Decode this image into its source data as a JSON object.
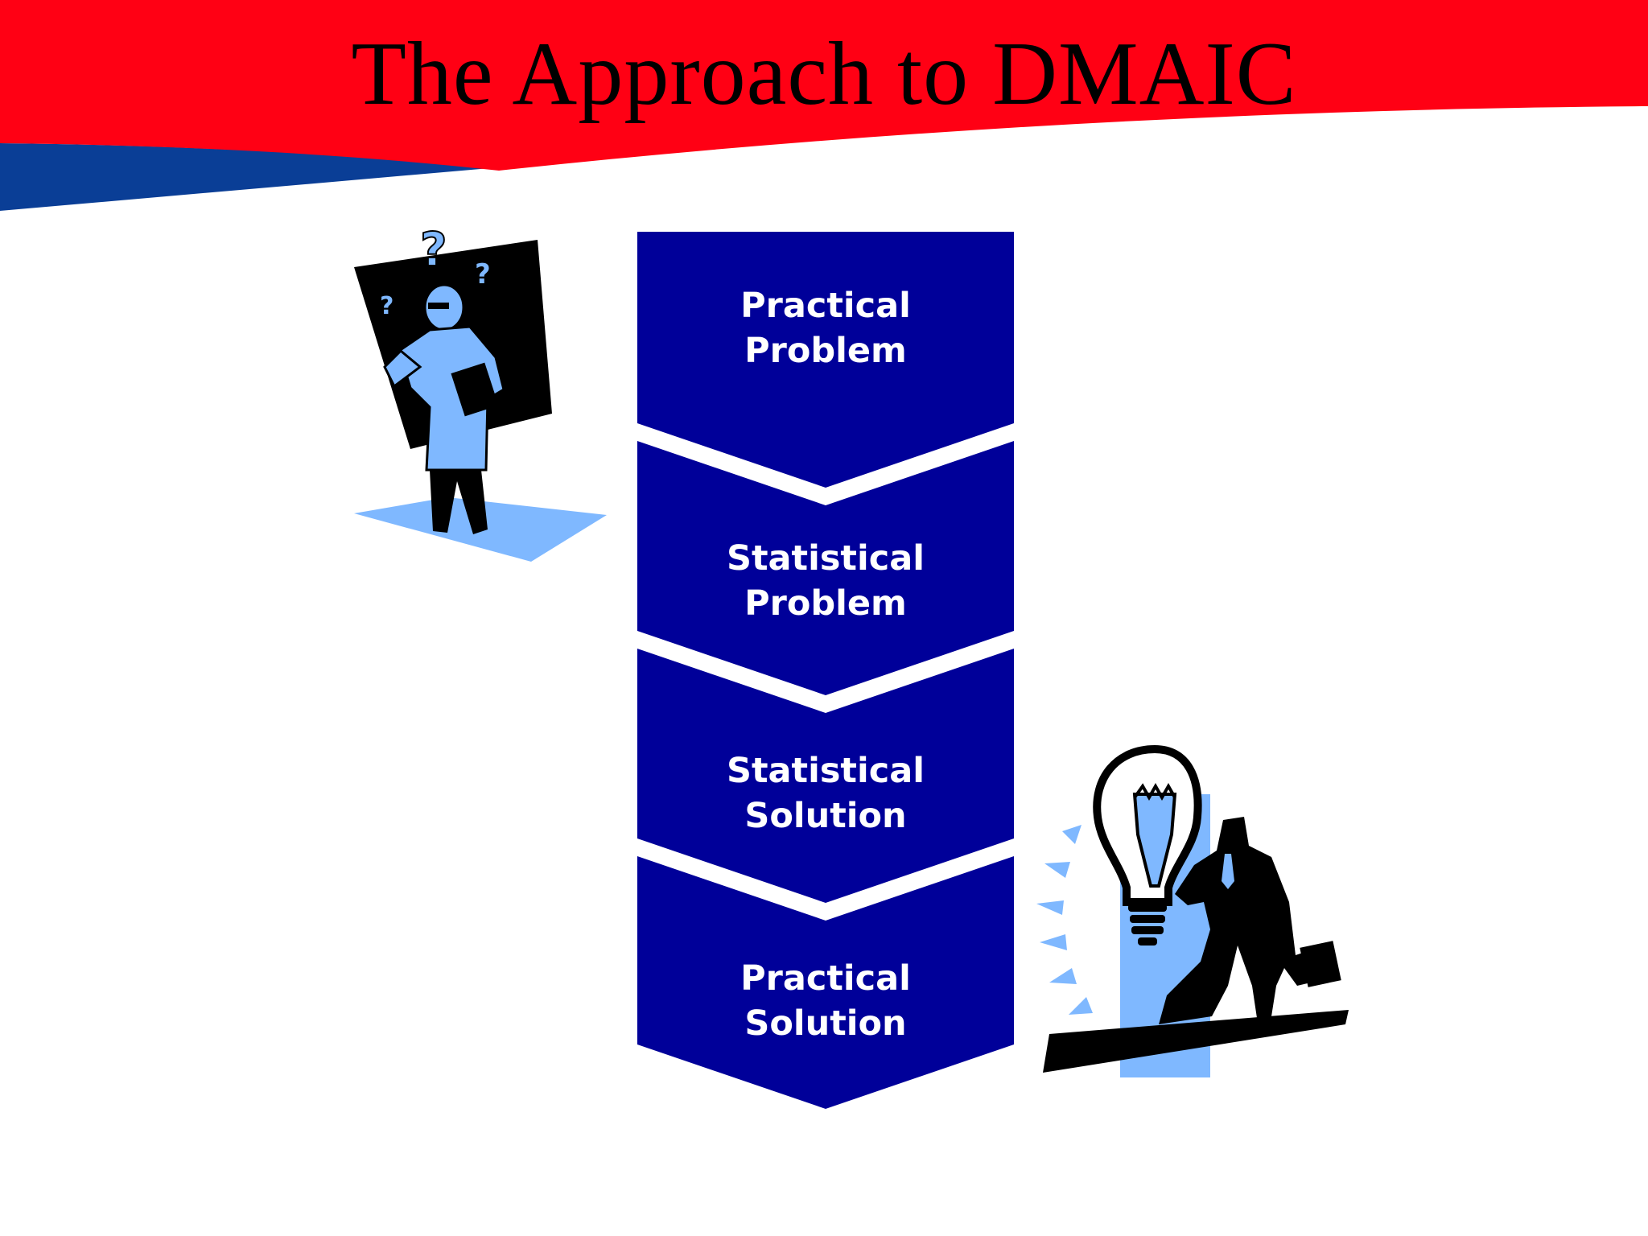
{
  "slide": {
    "title": "The Approach to DMAIC"
  },
  "colors": {
    "banner_red": "#ff0014",
    "banner_blue": "#0a3e96",
    "step_fill": "#000099",
    "step_text": "#ffffff",
    "clipart_light_blue": "#7fb8ff",
    "clipart_dark": "#000000"
  },
  "steps": [
    {
      "line1": "Practical",
      "line2": "Problem"
    },
    {
      "line1": "Statistical",
      "line2": "Problem"
    },
    {
      "line1": "Statistical",
      "line2": "Solution"
    },
    {
      "line1": "Practical",
      "line2": "Solution"
    }
  ],
  "icons": {
    "left": "confused-scientist-clipart",
    "right": "lightbulb-idea-man-clipart"
  }
}
